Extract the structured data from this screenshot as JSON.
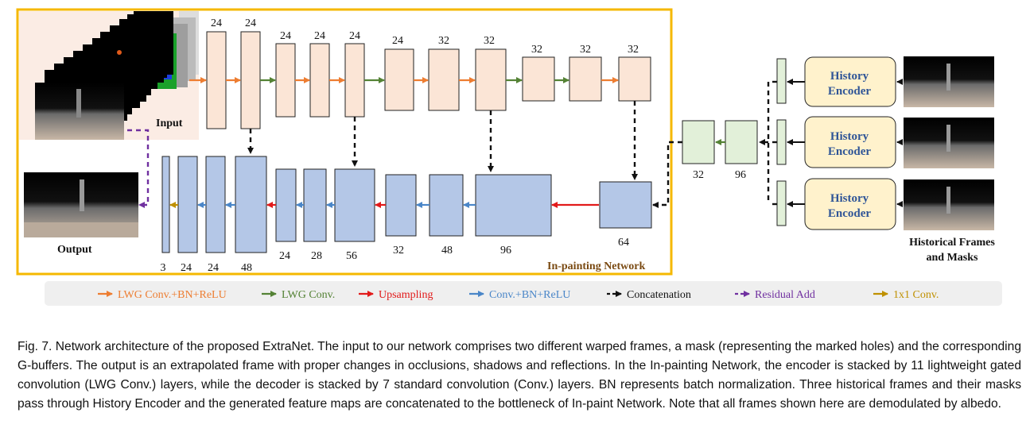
{
  "encoder": {
    "channel_labels": [
      "24",
      "24",
      "24",
      "24",
      "24",
      "24",
      "32",
      "32",
      "32",
      "32",
      "32"
    ]
  },
  "decoder": {
    "channel_labels": [
      "3",
      "24",
      "24",
      "48",
      "24",
      "28",
      "56",
      "32",
      "48",
      "96",
      "64"
    ]
  },
  "history": {
    "encoder_label_line1": "History",
    "encoder_label_line2": "Encoder",
    "fusion_labels": [
      "32",
      "96"
    ],
    "frames_label_line1": "Historical Frames",
    "frames_label_line2": "and Masks"
  },
  "labels": {
    "input": "Input",
    "output": "Output",
    "network": "In-painting Network"
  },
  "legend": [
    {
      "label": "LWG Conv.+BN+ReLU",
      "color": "#ed7d31",
      "style": "solid"
    },
    {
      "label": "LWG Conv.",
      "color": "#548235",
      "style": "solid"
    },
    {
      "label": "Upsampling",
      "color": "#e21a1a",
      "style": "solid"
    },
    {
      "label": "Conv.+BN+ReLU",
      "color": "#4a86c8",
      "style": "solid"
    },
    {
      "label": "Concatenation",
      "color": "#111111",
      "style": "dashed"
    },
    {
      "label": "Residual Add",
      "color": "#7030a0",
      "style": "dashed"
    },
    {
      "label": "1x1 Conv.",
      "color": "#bf9000",
      "style": "solid"
    }
  ],
  "colors": {
    "encoder_fill": "#fbe5d6",
    "decoder_fill": "#b4c7e7",
    "history_fill": "#e2f0d9",
    "history_encoder_fill": "#fff2cc",
    "frame_border": "#f5b800"
  },
  "caption": "Fig. 7.  Network architecture of the proposed ExtraNet. The input to our network comprises two different warped frames, a mask (representing the marked holes) and the corresponding G-buffers. The output is an extrapolated frame with proper changes in occlusions, shadows and reflections. In the In-painting Network, the encoder is stacked by 11 lightweight gated convolution (LWG Conv.) layers, while the decoder is stacked by 7 standard convolution (Conv.) layers. BN represents batch normalization. Three historical frames and their masks pass through History Encoder and the generated feature maps are concatenated to the bottleneck of In-paint Network. Note that all frames shown here are demodulated by albedo."
}
